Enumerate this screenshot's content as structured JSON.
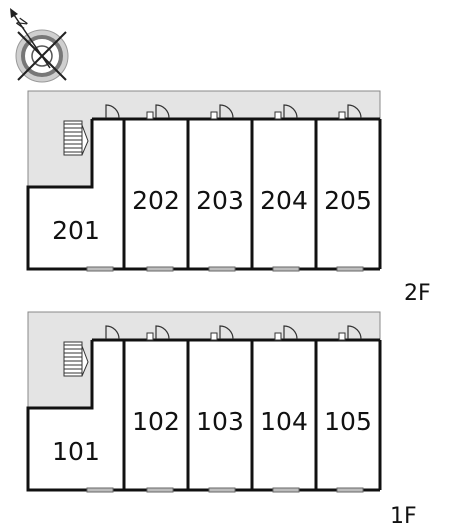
{
  "compass": {
    "icon": "compass-north-icon",
    "label": "N"
  },
  "floors": [
    {
      "id": "2f",
      "label": "2F",
      "units": [
        "201",
        "202",
        "203",
        "204",
        "205"
      ]
    },
    {
      "id": "1f",
      "label": "1F",
      "units": [
        "101",
        "102",
        "103",
        "104",
        "105"
      ]
    }
  ],
  "colors": {
    "corridor": "#e4e4e4",
    "wall": "#111111",
    "window": "#bdbdbd"
  }
}
